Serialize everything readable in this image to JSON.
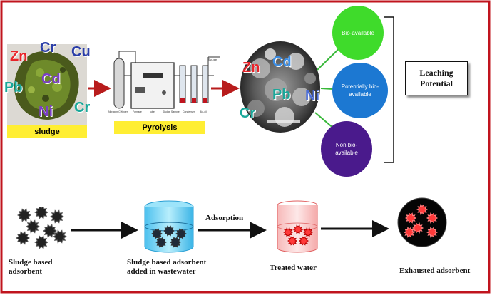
{
  "colors": {
    "frame": "#c0141e",
    "arrow_red": "#b81c1c",
    "label_yellow": "#ffee33",
    "green": "#3fdb2b",
    "blue": "#1c78d2",
    "purple": "#4a1a8c",
    "connector_green": "#39b83a",
    "red_particle": "#ff3a3a"
  },
  "sludge": {
    "label": "sludge",
    "metals": [
      {
        "symbol": "Zn",
        "color": "#e8242a"
      },
      {
        "symbol": "Cr",
        "color": "#2b3ea8"
      },
      {
        "symbol": "Cu",
        "color": "#2b3ea8"
      },
      {
        "symbol": "Cd",
        "color": "#7b3fc4"
      },
      {
        "symbol": "Pb",
        "color": "#18a89a"
      },
      {
        "symbol": "Ni",
        "color": "#7b3fc4"
      },
      {
        "symbol": "Cr",
        "color": "#18a89a"
      }
    ]
  },
  "pyrolysis": {
    "label": "Pyrolysis",
    "parts": [
      "Nitrogen Cylinder",
      "Furnace",
      "tube",
      "Sludge Sample",
      "Condenser",
      "Bio-oil",
      "Syn-gas"
    ]
  },
  "biochar": {
    "metals": [
      {
        "symbol": "Zn",
        "color": "#e8242a"
      },
      {
        "symbol": "Cd",
        "color": "#3a8ee8"
      },
      {
        "symbol": "Pb",
        "color": "#1aa89a"
      },
      {
        "symbol": "Ni",
        "color": "#4a6cd8"
      },
      {
        "symbol": "Cr",
        "color": "#1aa89a"
      }
    ]
  },
  "fractions": [
    {
      "label": "Bio-available"
    },
    {
      "label": "Potentially bio-available"
    },
    {
      "label": "Non bio-available"
    }
  ],
  "leaching": {
    "label": "Leaching Potential"
  },
  "process": {
    "adsorbent_label": "Sludge based adsorbent",
    "added_label": "Sludge based adsorbent added in wastewater",
    "adsorption_label": "Adsorption",
    "treated_label": "Treated water",
    "exhausted_label": "Exhausted adsorbent"
  }
}
